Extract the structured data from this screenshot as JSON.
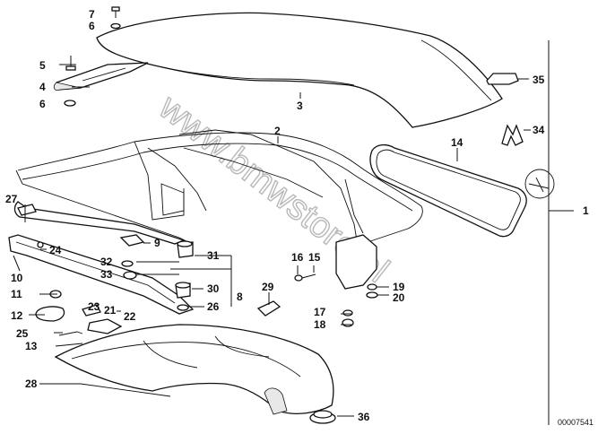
{
  "diagram": {
    "part_labels": [
      {
        "num": "1"
      },
      {
        "num": "2"
      },
      {
        "num": "3"
      },
      {
        "num": "4"
      },
      {
        "num": "5"
      },
      {
        "num": "6"
      },
      {
        "num": "6"
      },
      {
        "num": "7"
      },
      {
        "num": "8"
      },
      {
        "num": "9"
      },
      {
        "num": "10"
      },
      {
        "num": "11"
      },
      {
        "num": "12"
      },
      {
        "num": "13"
      },
      {
        "num": "14"
      },
      {
        "num": "15"
      },
      {
        "num": "16"
      },
      {
        "num": "17"
      },
      {
        "num": "18"
      },
      {
        "num": "19"
      },
      {
        "num": "20"
      },
      {
        "num": "21"
      },
      {
        "num": "22"
      },
      {
        "num": "23"
      },
      {
        "num": "24"
      },
      {
        "num": "25"
      },
      {
        "num": "26"
      },
      {
        "num": "27"
      },
      {
        "num": "28"
      },
      {
        "num": "29"
      },
      {
        "num": "30"
      },
      {
        "num": "31"
      },
      {
        "num": "32"
      },
      {
        "num": "33"
      },
      {
        "num": "34"
      },
      {
        "num": "35"
      },
      {
        "num": "36"
      }
    ],
    "watermark": "www.bmwstore.pl",
    "drawing_code": "00007541"
  }
}
